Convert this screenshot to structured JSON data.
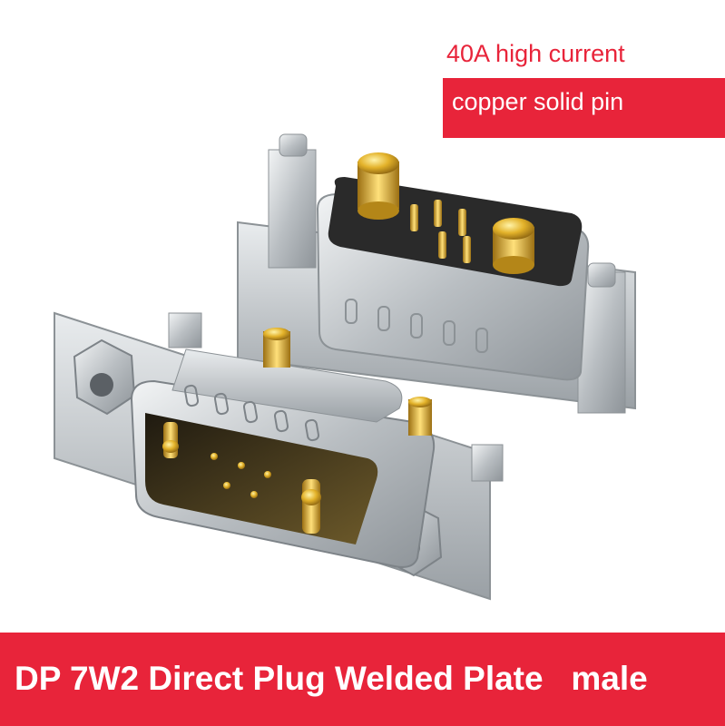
{
  "header": {
    "feature_line1": "40A high current",
    "feature_line2": "copper solid pin"
  },
  "product": {
    "image_subject": "d-sub-connector-pair",
    "colors": {
      "accent_red": "#e8243a",
      "gold_pin": "#e3b22a",
      "insulator": "#2a2a2a",
      "shell_steel": "#c9cdd0"
    }
  },
  "banner": {
    "title": "DP 7W2 Direct Plug Welded Plate   male"
  }
}
